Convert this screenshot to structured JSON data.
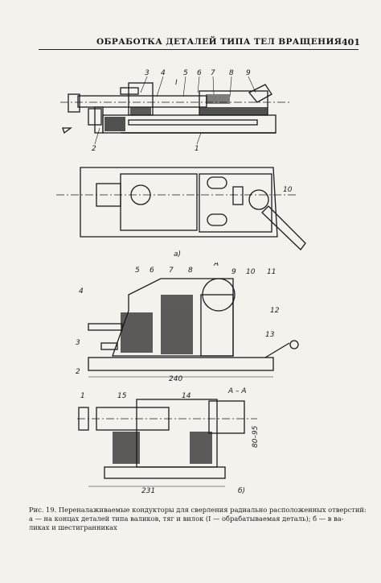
{
  "header": {
    "title": "ОБРАБОТКА ДЕТАЛЕЙ ТИПА ТЕЛ ВРАЩЕНИЯ",
    "page_number": "401"
  },
  "figure_a": {
    "callouts": [
      "3",
      "4",
      "5",
      "I",
      "6",
      "7",
      "8",
      "9",
      "2",
      "1",
      "10"
    ],
    "sublabel": "а)"
  },
  "figure_b": {
    "callouts_top": [
      "5",
      "6",
      "7",
      "8",
      "9",
      "10",
      "11",
      "4",
      "3",
      "2",
      "12",
      "13"
    ],
    "section_mark": "A",
    "dimension_240": "240",
    "callouts_bottom": [
      "1",
      "15",
      "14"
    ],
    "section_label": "А – А",
    "dimension_vertical": "80–95",
    "dimension_231": "231",
    "sublabel": "б)"
  },
  "caption": {
    "line1": "Рис. 19. Переналаживаемые кондукторы для сверления радиально расположенных отверстий:",
    "line2": "а — на концах деталей типа валиков, тяг и вилок (I — обрабатываемая деталь); б — в ва-",
    "line3": "ликах и шестигранниках"
  }
}
